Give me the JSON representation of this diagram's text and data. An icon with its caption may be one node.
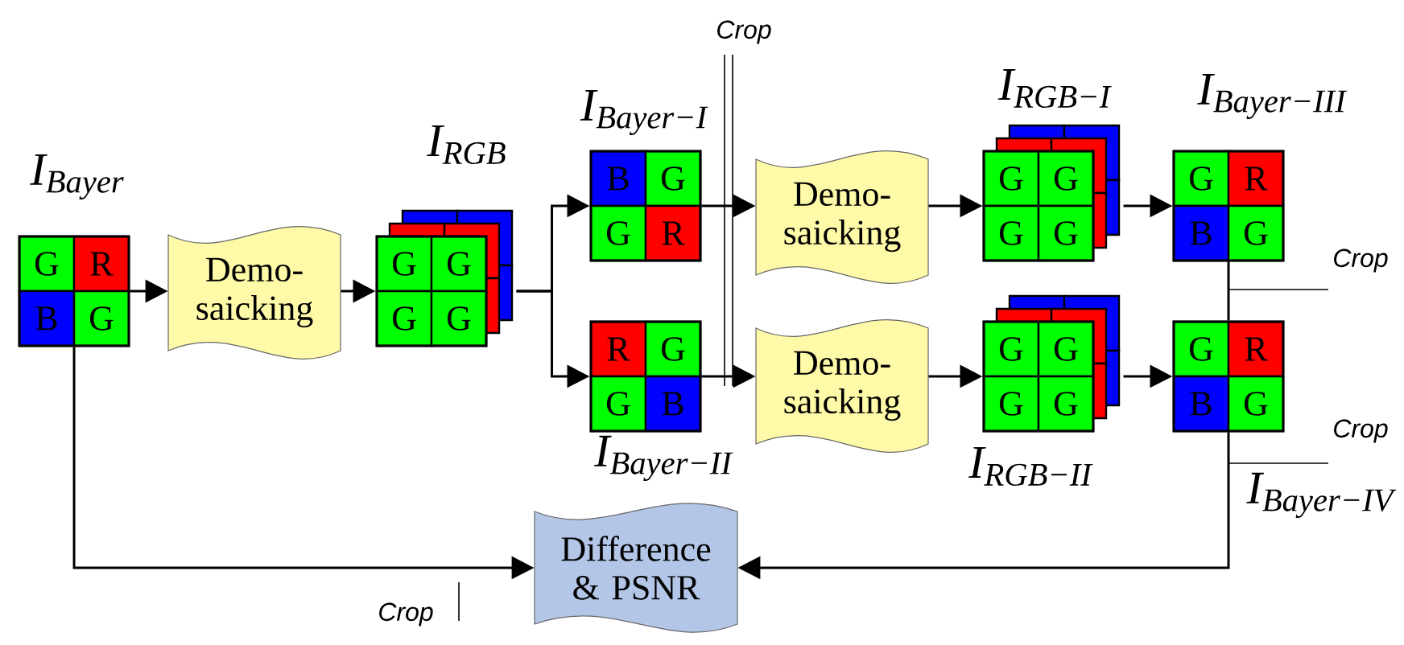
{
  "diagram": {
    "nodes": [
      {
        "text": [
          "G",
          "R",
          "B",
          "G"
        ],
        "beside": [
          "I$_{Bayer}$"
        ]
      },
      {
        "text": [
          "Demo- saicking"
        ]
      },
      {
        "text": [
          "G",
          "G",
          "G",
          "G"
        ],
        "beside": [
          "I$_{RGB}$"
        ]
      },
      {
        "text": [
          "B",
          "G",
          "G",
          "R"
        ],
        "beside": [
          "I$_{Bayer−I}$"
        ]
      },
      {
        "text": [
          "R",
          "G",
          "G",
          "B"
        ],
        "beside": [
          "I$_{Bayer−II}$"
        ]
      },
      {
        "text": [
          "Demo- saicking"
        ]
      },
      {
        "text": [
          "Demo- saicking"
        ]
      },
      {
        "text": [
          "G",
          "G",
          "G",
          "G"
        ],
        "beside": [
          "I$_{RGB−I}$"
        ]
      },
      {
        "text": [
          "G",
          "G",
          "G",
          "G"
        ],
        "beside": [
          "I$_{RGB−II}$"
        ]
      },
      {
        "text": [
          "G",
          "R",
          "B",
          "G"
        ],
        "beside": [
          "I$_{Bayer−III}$"
        ]
      },
      {
        "text": [
          "G",
          "R",
          "B",
          "G"
        ],
        "beside": [
          "I$_{Bayer−IV}$"
        ]
      },
      {
        "text": [
          "Difference & PSNR"
        ]
      }
    ],
    "edges": [
      {
        "from": 0,
        "to": 1,
        "arrow": "to"
      },
      {
        "from": 1,
        "to": 2,
        "arrow": "to"
      },
      {
        "from": 2,
        "to": 3,
        "arrow": "to"
      },
      {
        "from": 2,
        "to": 4,
        "arrow": "to"
      },
      {
        "from": 3,
        "to": 5,
        "arrow": "to"
      },
      {
        "from": 4,
        "to": 6,
        "arrow": "to"
      },
      {
        "from": 5,
        "to": 7,
        "arrow": "to"
      },
      {
        "from": 6,
        "to": 8,
        "arrow": "to"
      },
      {
        "from": 7,
        "to": 9,
        "arrow": "to"
      },
      {
        "from": 8,
        "to": 10,
        "arrow": "to"
      },
      {
        "from": 9,
        "to": 10,
        "arrow": "none"
      },
      {
        "from": 0,
        "to": 11,
        "arrow": "to"
      },
      {
        "from": 10,
        "to": 11,
        "arrow": "to"
      }
    ],
    "labels": [
      "Crop",
      "Crop",
      "Crop",
      "Crop"
    ]
  }
}
